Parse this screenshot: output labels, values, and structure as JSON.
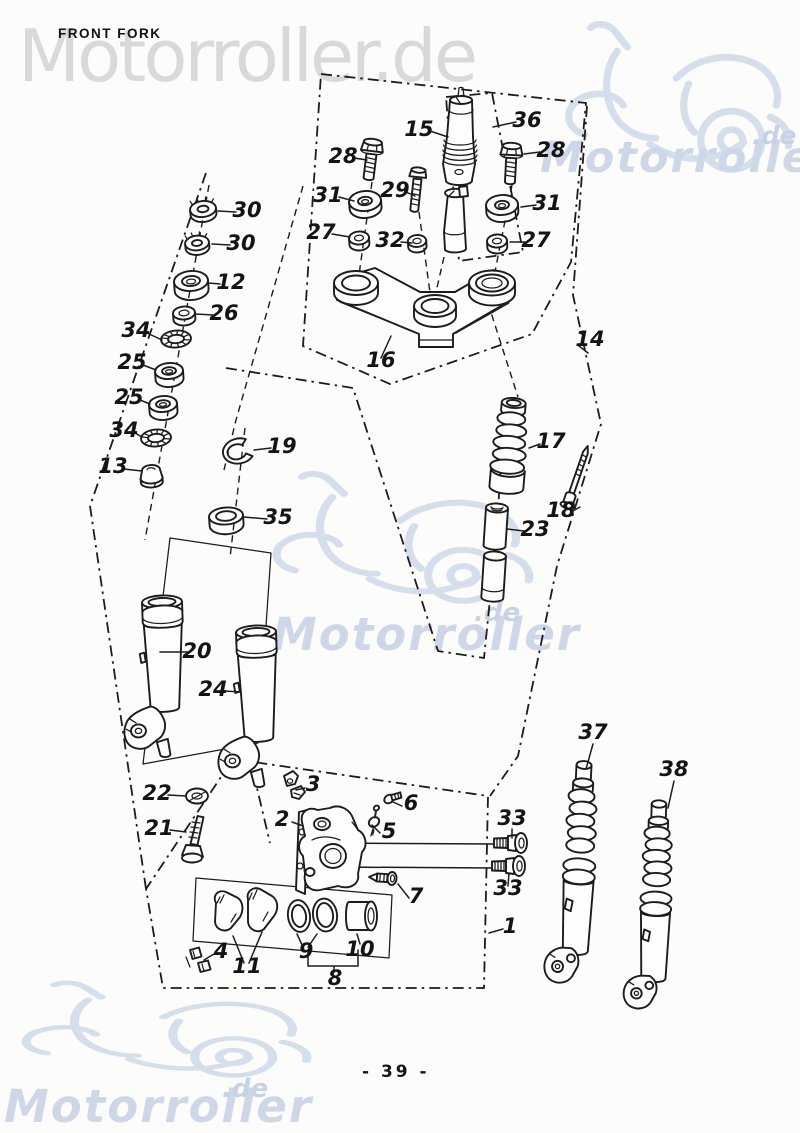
{
  "page": {
    "title": "FRONT FORK",
    "footer_page_number": "- 39 -"
  },
  "watermarks": {
    "full_text": "Motorroller.de",
    "brand_text": "Motorroller",
    "domain_suffix": ".de",
    "gray_color": "#d9d9d9",
    "blue_color": "#ccd7e8"
  },
  "colors": {
    "ink": "#1c1c1c",
    "paper": "#fcfcfb"
  },
  "diagram": {
    "labels": [
      {
        "text": "15"
      },
      {
        "text": "36"
      },
      {
        "text": "28"
      },
      {
        "text": "28"
      },
      {
        "text": "29"
      },
      {
        "text": "31"
      },
      {
        "text": "31"
      },
      {
        "text": "27"
      },
      {
        "text": "32"
      },
      {
        "text": "27"
      },
      {
        "text": "30"
      },
      {
        "text": "30"
      },
      {
        "text": "12"
      },
      {
        "text": "26"
      },
      {
        "text": "34"
      },
      {
        "text": "25"
      },
      {
        "text": "25"
      },
      {
        "text": "34"
      },
      {
        "text": "13"
      },
      {
        "text": "19"
      },
      {
        "text": "35"
      },
      {
        "text": "16"
      },
      {
        "text": "14"
      },
      {
        "text": "17"
      },
      {
        "text": "18"
      },
      {
        "text": "23"
      },
      {
        "text": "20"
      },
      {
        "text": "24"
      },
      {
        "text": "22"
      },
      {
        "text": "21"
      },
      {
        "text": "3"
      },
      {
        "text": "2"
      },
      {
        "text": "6"
      },
      {
        "text": "5"
      },
      {
        "text": "7"
      },
      {
        "text": "33"
      },
      {
        "text": "33"
      },
      {
        "text": "37"
      },
      {
        "text": "38"
      },
      {
        "text": "1"
      },
      {
        "text": "4"
      },
      {
        "text": "11"
      },
      {
        "text": "9"
      },
      {
        "text": "10"
      },
      {
        "text": "8"
      }
    ]
  }
}
